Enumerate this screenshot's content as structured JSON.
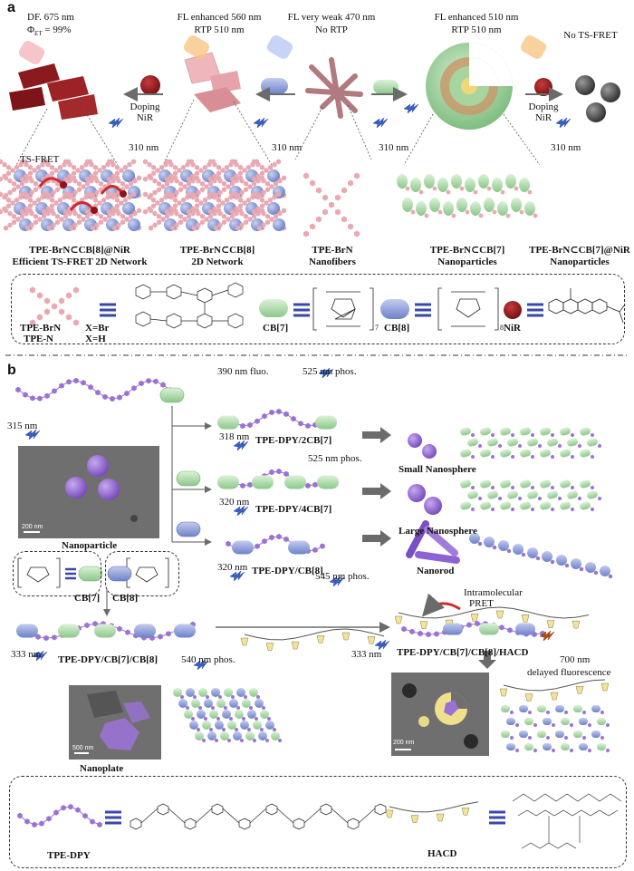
{
  "panel_a": {
    "label": "a",
    "emission": {
      "col1_line1": "DF. 675 nm",
      "col1_line2": "Φ",
      "col1_line2_sub": "ET",
      "col1_line2_rest": " = 99%",
      "col2_line1": "FL enhanced 560 nm",
      "col2_line2": "RTP 510 nm",
      "col3_line1": "FL very weak 470 nm",
      "col3_line2": "No RTP",
      "col4_line1": "FL enhanced 510 nm",
      "col4_line2": "RTP 510 nm",
      "col5_line1": "No TS-FRET"
    },
    "doping": {
      "word1": "Doping",
      "word2": "NiR"
    },
    "excitation": "310 nm",
    "ts_fret": "TS-FRET",
    "captions": {
      "c1_line1": "TPE-BrN⊂CB[8]@NiR",
      "c1_line2": "Efficient TS-FRET 2D Network",
      "c2_line1": "TPE-BrN⊂CB[8]",
      "c2_line2": "2D Network",
      "c3_line1": "TPE-BrN",
      "c3_line2": "Nanofibers",
      "c4_line1": "TPE-BrN⊂CB[7]",
      "c4_line2": "Nanoparticles",
      "c5_line1": "TPE-BrN⊂CB[7]@NiR",
      "c5_line2": "Nanoparticles"
    },
    "legend": {
      "tpe_brn": "TPE-BrN",
      "tpe_n": "TPE-N",
      "x_br": "X=Br",
      "x_h": "X=H",
      "cb7": "CB[7]",
      "cb8": "CB[8]",
      "nir": "NiR",
      "sub7": "7",
      "sub8": "8"
    }
  },
  "panel_b": {
    "label": "b",
    "fluo_390": "390 nm fluo.",
    "phos_525": "525 nm phos.",
    "phos_525b": "525 nm phos.",
    "phos_545": "545 nm phos.",
    "phos_540": "540 nm phos.",
    "ex_315": "315 nm",
    "ex_318": "318 nm",
    "ex_320a": "320 nm",
    "ex_320b": "320 nm",
    "ex_333a": "333 nm",
    "ex_333b": "333 nm",
    "scale_200": "200 nm",
    "scale_500": "500 nm",
    "scale_200b": "200 nm",
    "nanoparticle": "Nanoparticle",
    "nanoplate": "Nanoplate",
    "dpy_2cb7": "TPE-DPY/2CB[7]",
    "dpy_4cb7": "TPE-DPY/4CB[7]",
    "dpy_cb8": "TPE-DPY/CB[8]",
    "dpy_cb7_cb8": "TPE-DPY/CB[7]/CB[8]",
    "dpy_hacd": "TPE-DPY/CB[7]/CB[8]/HACD",
    "small_ns": "Small Nanosphere",
    "large_ns": "Large Nanosphere",
    "nanorod": "Nanorod",
    "cb7": "CB[7]",
    "cb8": "CB[8]",
    "intramolecular": "Intramolecular",
    "pret": "PRET",
    "nm700": "700 nm",
    "delayed": "delayed fluorescence",
    "legend_dpy": "TPE-DPY",
    "legend_hacd": "HACD"
  },
  "colors": {
    "pink": "#e9a9b2",
    "purple": "#9b72d4",
    "green": "#b6dfb4",
    "blue": "#8fa2d8",
    "dark_red": "#9c1e22",
    "flash_blue": "#3a60c8",
    "tan": "#f2e39a"
  }
}
